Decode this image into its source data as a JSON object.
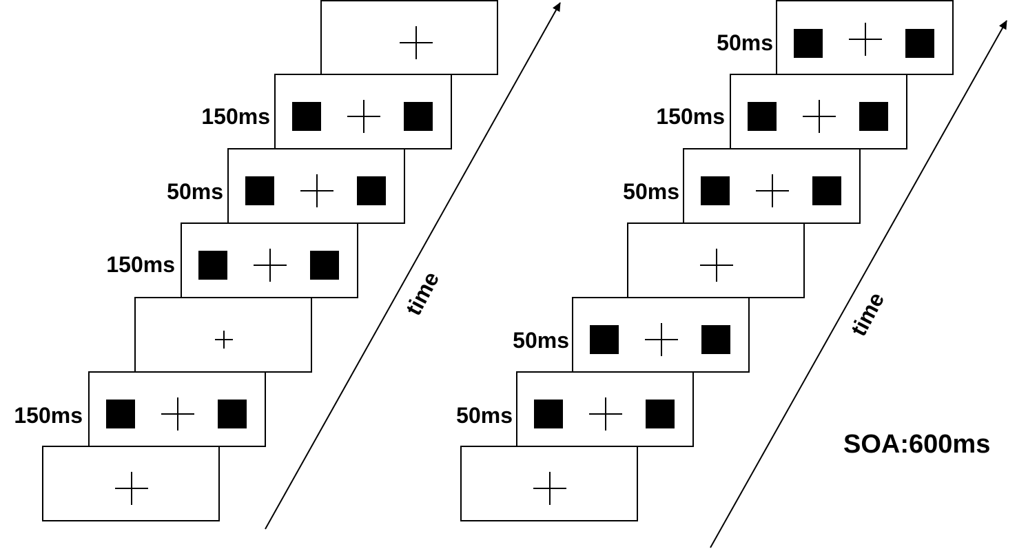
{
  "panels": [
    {
      "id": "left",
      "frames": [
        {
          "duration": "",
          "content": "fixation"
        },
        {
          "duration": "150ms",
          "content": "stimulus"
        },
        {
          "duration": "",
          "content": "fixation-small"
        },
        {
          "duration": "150ms",
          "content": "stimulus"
        },
        {
          "duration": "50ms",
          "content": "stimulus"
        },
        {
          "duration": "150ms",
          "content": "stimulus"
        },
        {
          "duration": "",
          "content": "fixation"
        }
      ],
      "axis_label": "time"
    },
    {
      "id": "right",
      "frames": [
        {
          "duration": "",
          "content": "fixation"
        },
        {
          "duration": "50ms",
          "content": "stimulus"
        },
        {
          "duration": "50ms",
          "content": "stimulus"
        },
        {
          "duration": "",
          "content": "fixation"
        },
        {
          "duration": "50ms",
          "content": "stimulus"
        },
        {
          "duration": "150ms",
          "content": "stimulus"
        },
        {
          "duration": "50ms",
          "content": "stimulus"
        }
      ],
      "axis_label": "time",
      "caption": "SOA:600ms"
    }
  ],
  "colors": {
    "ink": "#000000",
    "paper": "#ffffff"
  },
  "icons": {
    "fixation": "fixation-cross-icon",
    "stimulus": "black-square-icon"
  }
}
